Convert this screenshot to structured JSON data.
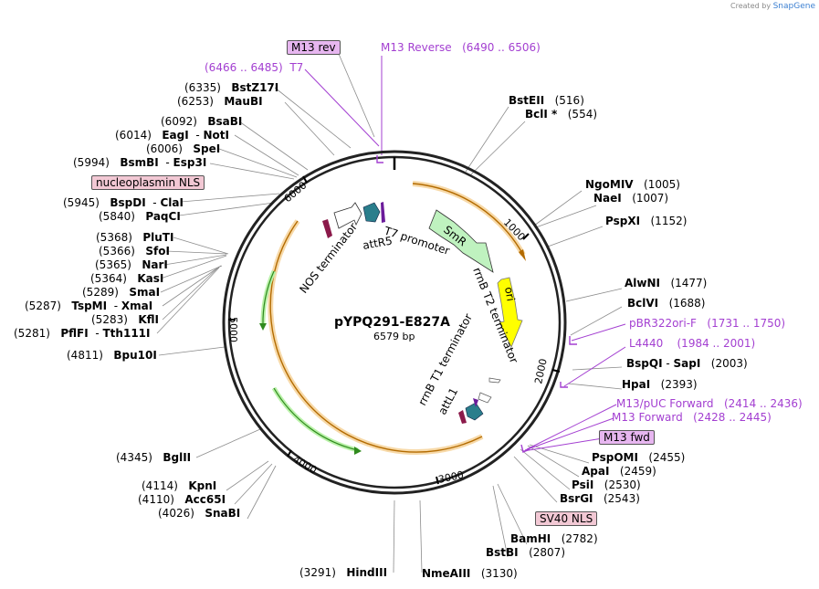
{
  "credit": {
    "prefix": "Created by",
    "brand": "SnapGene"
  },
  "plasmid": {
    "name": "pYPQ291-E827A",
    "length": "6579 bp"
  },
  "ticks": [
    "1000",
    "2000",
    "3000",
    "4000",
    "5000",
    "6000"
  ],
  "features": {
    "smr": "SmR",
    "ori": "ori",
    "rrnb_t2": "rrnB T2 terminator",
    "rrnb_t1": "rrnB T1 terminator",
    "attl1": "attL1",
    "t7_promoter": "T7 promoter",
    "attr5": "attR5",
    "nos": "NOS terminator"
  },
  "boxed": {
    "m13rev": "M13 rev",
    "nls": "nucleoplasmin NLS",
    "m13fwd": "M13 fwd",
    "sv40": "SV40 NLS"
  },
  "colors": {
    "primer": "#a33fd1",
    "backbone": "#222222",
    "orange": "#f0c070",
    "green": "#a8f0a0",
    "yellow": "#ffff00",
    "teal": "#2a7e8c",
    "maroon": "#8b1a4a"
  },
  "sites": {
    "m13reverse": {
      "name": "M13 Reverse",
      "pos": "(6490 .. 6506)"
    },
    "t7": {
      "pos": "(6466 .. 6485)",
      "name": "T7"
    },
    "bstz17i": {
      "pos": "(6335)",
      "name": "BstZ17I"
    },
    "maubi": {
      "pos": "(6253)",
      "name": "MauBI"
    },
    "bsai": {
      "pos": "(6092)",
      "name": "BsaBI"
    },
    "eagi": {
      "pos": "(6014)",
      "name": "EagI",
      "name2": "NotI"
    },
    "spei": {
      "pos": "(6006)",
      "name": "SpeI"
    },
    "bsmbi": {
      "pos": "(5994)",
      "name": "BsmBI",
      "name2": "Esp3I"
    },
    "bspdi": {
      "pos": "(5945)",
      "name": "BspDI",
      "name2": "ClaI"
    },
    "paqci": {
      "pos": "(5840)",
      "name": "PaqCI"
    },
    "pluti": {
      "pos": "(5368)",
      "name": "PluTI"
    },
    "sfoi": {
      "pos": "(5366)",
      "name": "SfoI"
    },
    "nari": {
      "pos": "(5365)",
      "name": "NarI"
    },
    "kasi": {
      "pos": "(5364)",
      "name": "KasI"
    },
    "smai": {
      "pos": "(5289)",
      "name": "SmaI"
    },
    "tspmi": {
      "pos": "(5287)",
      "name": "TspMI",
      "name2": "XmaI"
    },
    "kfli": {
      "pos": "(5283)",
      "name": "KflI"
    },
    "pflfi": {
      "pos": "(5281)",
      "name": "PflFI",
      "name2": "Tth111I"
    },
    "bpu10i": {
      "pos": "(4811)",
      "name": "Bpu10I"
    },
    "bglii": {
      "pos": "(4345)",
      "name": "BglII"
    },
    "kpni": {
      "pos": "(4114)",
      "name": "KpnI"
    },
    "acc65i": {
      "pos": "(4110)",
      "name": "Acc65I"
    },
    "snabi": {
      "pos": "(4026)",
      "name": "SnaBI"
    },
    "hindiii": {
      "pos": "(3291)",
      "name": "HindIII"
    },
    "nmeaiii": {
      "name": "NmeAIII",
      "pos": "(3130)"
    },
    "bstbi": {
      "name": "BstBI",
      "pos": "(2807)"
    },
    "bamhi": {
      "name": "BamHI",
      "pos": "(2782)"
    },
    "bsrgi": {
      "name": "BsrGI",
      "pos": "(2543)"
    },
    "psii": {
      "name": "PsiI",
      "pos": "(2530)"
    },
    "apai": {
      "name": "ApaI",
      "pos": "(2459)"
    },
    "pspomi": {
      "name": "PspOMI",
      "pos": "(2455)"
    },
    "m13forward": {
      "name": "M13 Forward",
      "pos": "(2428 .. 2445)"
    },
    "m13puc": {
      "name": "M13/pUC Forward",
      "pos": "(2414 .. 2436)"
    },
    "hpai": {
      "name": "HpaI",
      "pos": "(2393)"
    },
    "bspqi": {
      "name": "BspQI",
      "name2": "SapI",
      "pos": "(2003)"
    },
    "l4440": {
      "name": "L4440",
      "pos": "(1984 .. 2001)"
    },
    "pbr322": {
      "name": "pBR322ori-F",
      "pos": "(1731 .. 1750)"
    },
    "bclvi": {
      "name": "BclVI",
      "pos": "(1688)"
    },
    "alwni": {
      "name": "AlwNI",
      "pos": "(1477)"
    },
    "pspxi": {
      "name": "PspXI",
      "pos": "(1152)"
    },
    "naei": {
      "name": "NaeI",
      "pos": "(1007)"
    },
    "ngomiv": {
      "name": "NgoMIV",
      "pos": "(1005)"
    },
    "bcli": {
      "name": "BclI *",
      "pos": "(554)"
    },
    "bsteii": {
      "name": "BstEII",
      "pos": "(516)"
    }
  }
}
